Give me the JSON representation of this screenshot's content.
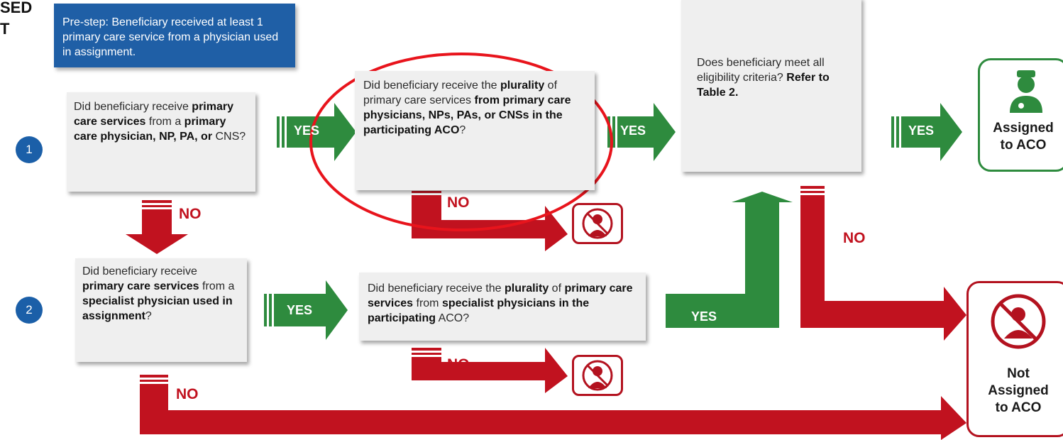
{
  "heading": [
    "SED",
    "T"
  ],
  "prestep": "Pre-step: Beneficiary received at least 1 primary care service from a physician used in assignment.",
  "steps": [
    "1",
    "2"
  ],
  "q1": {
    "t1": "Did beneficiary receive ",
    "b1": "primary care services",
    "t2": " from a ",
    "b2": "primary care physician, NP, PA, or",
    "t3": " CNS?"
  },
  "q1b": {
    "t1": "Did beneficiary receive the ",
    "b1": "plurality",
    "t2": " of primary care services ",
    "b2": "from primary care physicians, NPs, PAs, or CNSs in the participating ACO",
    "t3": "?"
  },
  "q_elig": {
    "t1": "Does beneficiary meet all eligibility criteria? ",
    "b1": "Refer to Table 2."
  },
  "q2": {
    "t1": "Did beneficiary receive ",
    "b1": "primary care services",
    "t2": " from a ",
    "b2": "specialist physician used in assignment",
    "t3": "?"
  },
  "q2b": {
    "t1": "Did beneficiary receive the ",
    "b1": "plurality",
    "t2": " of ",
    "b2": "primary care services",
    "t3": " from ",
    "b3": "specialist physicians in the participating",
    "t4": " ACO?"
  },
  "labels": {
    "yes": "YES",
    "no": "NO"
  },
  "outcomes": {
    "assigned": [
      "Assigned",
      "to ACO"
    ],
    "not_assigned": [
      "Not",
      "Assigned",
      "to ACO"
    ]
  },
  "icons": [
    "doctor-icon",
    "no-doctor-icon"
  ],
  "colors": {
    "yes_green": "#2e8b3e",
    "no_red": "#c1121f",
    "blue": "#1f5fa6",
    "highlight": "#e8141c"
  }
}
